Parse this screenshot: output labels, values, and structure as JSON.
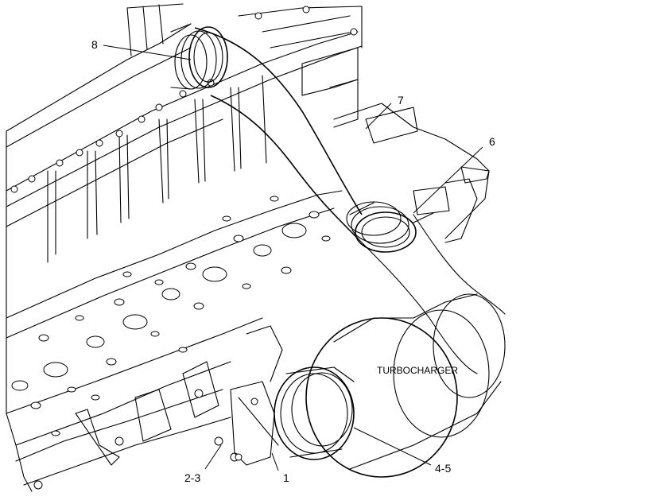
{
  "callouts": {
    "c8": "8",
    "c7": "7",
    "c6": "6",
    "c1": "1",
    "c23": "2-3",
    "c45": "4-5"
  },
  "labels": {
    "turbocharger": "TURBOCHARGER"
  }
}
